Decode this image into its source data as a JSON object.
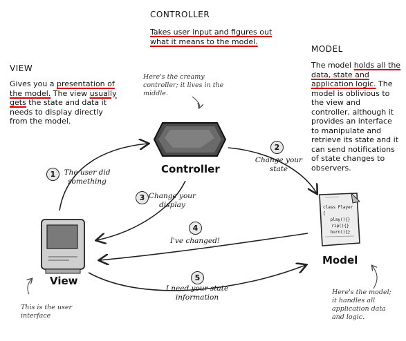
{
  "controller": {
    "heading": "CONTROLLER",
    "desc_ul": "Takes user input and figures out what it means to the model.",
    "note": "Here's the creamy controller; it lives in the middle.",
    "label": "Controller"
  },
  "view": {
    "heading": "VIEW",
    "desc_1": "Gives you a ",
    "desc_ul1": "presentation of the model.",
    "desc_2": " The view ",
    "desc_ul2": "usually gets",
    "desc_3": " the state and data it needs to display directly from the model.",
    "note": "This is the user interface",
    "label": "View"
  },
  "model": {
    "heading": "MODEL",
    "desc_1": "The model ",
    "desc_ul": "holds all the data, state and application logic.",
    "desc_2": " The model is oblivious to the view and controller, although it provides an interface to manipulate and retrieve its state and it can send notifications of state changes to observers.",
    "note": "Here's the model; it handles all application data and logic.",
    "label": "Model",
    "code": [
      "class Player {",
      "play(){}",
      "rip(){}",
      "burn(){}"
    ]
  },
  "steps": [
    {
      "num": "1",
      "text": "The user did something"
    },
    {
      "num": "2",
      "text": "Change your state"
    },
    {
      "num": "3",
      "text": "Change your display"
    },
    {
      "num": "4",
      "text": "I've changed!"
    },
    {
      "num": "5",
      "text": "I need your state information"
    }
  ]
}
